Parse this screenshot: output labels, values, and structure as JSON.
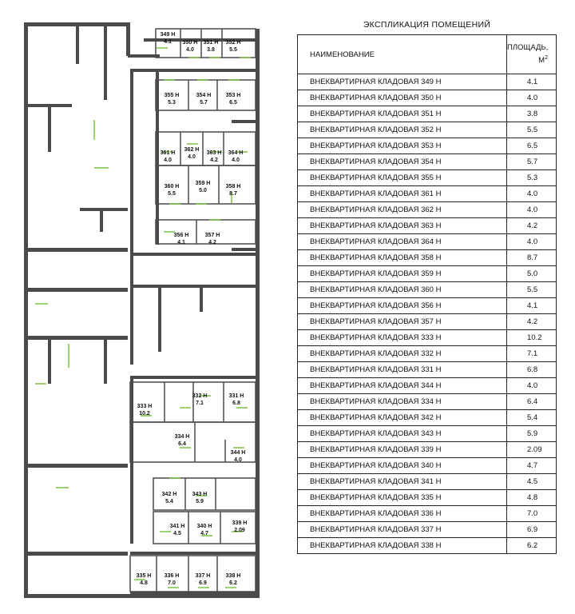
{
  "explication": {
    "title": "ЭКСПЛИКАЦИЯ ПОМЕЩЕНИЙ",
    "header_name": "НАИМЕНОВАНИЕ",
    "header_area": "ПЛОЩАДЬ,",
    "header_unit": "М",
    "header_unit_sup": "2",
    "rows": [
      {
        "name": "ВНЕКВАРТИРНАЯ КЛАДОВАЯ 349 Н",
        "area": "4.1"
      },
      {
        "name": "ВНЕКВАРТИРНАЯ КЛАДОВАЯ 350 Н",
        "area": "4.0"
      },
      {
        "name": "ВНЕКВАРТИРНАЯ КЛАДОВАЯ 351 Н",
        "area": "3.8"
      },
      {
        "name": "ВНЕКВАРТИРНАЯ КЛАДОВАЯ 352 Н",
        "area": "5.5"
      },
      {
        "name": "ВНЕКВАРТИРНАЯ КЛАДОВАЯ 353 Н",
        "area": "6.5"
      },
      {
        "name": "ВНЕКВАРТИРНАЯ КЛАДОВАЯ 354 Н",
        "area": "5.7"
      },
      {
        "name": "ВНЕКВАРТИРНАЯ КЛАДОВАЯ 355 Н",
        "area": "5.3"
      },
      {
        "name": "ВНЕКВАРТИРНАЯ КЛАДОВАЯ 361 Н",
        "area": "4.0"
      },
      {
        "name": "ВНЕКВАРТИРНАЯ КЛАДОВАЯ 362 Н",
        "area": "4.0"
      },
      {
        "name": "ВНЕКВАРТИРНАЯ КЛАДОВАЯ 363 Н",
        "area": "4.2"
      },
      {
        "name": "ВНЕКВАРТИРНАЯ КЛАДОВАЯ 364 Н",
        "area": "4.0"
      },
      {
        "name": "ВНЕКВАРТИРНАЯ КЛАДОВАЯ 358 Н",
        "area": "8.7"
      },
      {
        "name": "ВНЕКВАРТИРНАЯ КЛАДОВАЯ 359 Н",
        "area": "5.0"
      },
      {
        "name": "ВНЕКВАРТИРНАЯ КЛАДОВАЯ 360 Н",
        "area": "5.5"
      },
      {
        "name": "ВНЕКВАРТИРНАЯ КЛАДОВАЯ 356 Н",
        "area": "4.1"
      },
      {
        "name": "ВНЕКВАРТИРНАЯ КЛАДОВАЯ 357 Н",
        "area": "4.2"
      },
      {
        "name": "ВНЕКВАРТИРНАЯ КЛАДОВАЯ 333 Н",
        "area": "10.2"
      },
      {
        "name": "ВНЕКВАРТИРНАЯ КЛАДОВАЯ 332 Н",
        "area": "7.1"
      },
      {
        "name": "ВНЕКВАРТИРНАЯ КЛАДОВАЯ 331 Н",
        "area": "6.8"
      },
      {
        "name": "ВНЕКВАРТИРНАЯ КЛАДОВАЯ 344 Н",
        "area": "4.0"
      },
      {
        "name": "ВНЕКВАРТИРНАЯ КЛАДОВАЯ 334 Н",
        "area": "6.4"
      },
      {
        "name": "ВНЕКВАРТИРНАЯ КЛАДОВАЯ 342 Н",
        "area": "5.4"
      },
      {
        "name": "ВНЕКВАРТИРНАЯ КЛАДОВАЯ 343 Н",
        "area": "5.9"
      },
      {
        "name": "ВНЕКВАРТИРНАЯ КЛАДОВАЯ 339 Н",
        "area": "2.09"
      },
      {
        "name": "ВНЕКВАРТИРНАЯ КЛАДОВАЯ 340 Н",
        "area": "4.7"
      },
      {
        "name": "ВНЕКВАРТИРНАЯ КЛАДОВАЯ 341 Н",
        "area": "4.5"
      },
      {
        "name": "ВНЕКВАРТИРНАЯ КЛАДОВАЯ 335 Н",
        "area": "4.8"
      },
      {
        "name": "ВНЕКВАРТИРНАЯ КЛАДОВАЯ 336 Н",
        "area": "7.0"
      },
      {
        "name": "ВНЕКВАРТИРНАЯ КЛАДОВАЯ 337 Н",
        "area": "6.9"
      },
      {
        "name": "ВНЕКВАРТИРНАЯ КЛАДОВАЯ 338 Н",
        "area": "6.2"
      }
    ]
  },
  "plan": {
    "wall_color": "#4a4a4a",
    "door_color": "#7cc242",
    "rooms": [
      {
        "num": "349 Н",
        "area": "4.1"
      },
      {
        "num": "350 Н",
        "area": "4.0"
      },
      {
        "num": "351 Н",
        "area": "3.8"
      },
      {
        "num": "352 Н",
        "area": "5.5"
      },
      {
        "num": "355 Н",
        "area": "5.3"
      },
      {
        "num": "354 Н",
        "area": "5.7"
      },
      {
        "num": "353 Н",
        "area": "6.5"
      },
      {
        "num": "361 Н",
        "area": "4.0"
      },
      {
        "num": "362 Н",
        "area": "4.0"
      },
      {
        "num": "363 Н",
        "area": "4.2"
      },
      {
        "num": "364 Н",
        "area": "4.0"
      },
      {
        "num": "360 Н",
        "area": "5.5"
      },
      {
        "num": "359 Н",
        "area": "5.0"
      },
      {
        "num": "358 Н",
        "area": "8.7"
      },
      {
        "num": "356 Н",
        "area": "4.1"
      },
      {
        "num": "357 Н",
        "area": "4.2"
      },
      {
        "num": "333 Н",
        "area": "10.2"
      },
      {
        "num": "332 Н",
        "area": "7.1"
      },
      {
        "num": "331 Н",
        "area": "6.8"
      },
      {
        "num": "334 Н",
        "area": "6.4"
      },
      {
        "num": "344 Н",
        "area": "4.0"
      },
      {
        "num": "342 Н",
        "area": "5.4"
      },
      {
        "num": "343 Н",
        "area": "5.9"
      },
      {
        "num": "341 Н",
        "area": "4.5"
      },
      {
        "num": "340 Н",
        "area": "4.7"
      },
      {
        "num": "339 Н",
        "area": "2.09"
      },
      {
        "num": "335 Н",
        "area": "4.8"
      },
      {
        "num": "336 Н",
        "area": "7.0"
      },
      {
        "num": "337 Н",
        "area": "6.9"
      },
      {
        "num": "338 Н",
        "area": "6.2"
      }
    ]
  }
}
